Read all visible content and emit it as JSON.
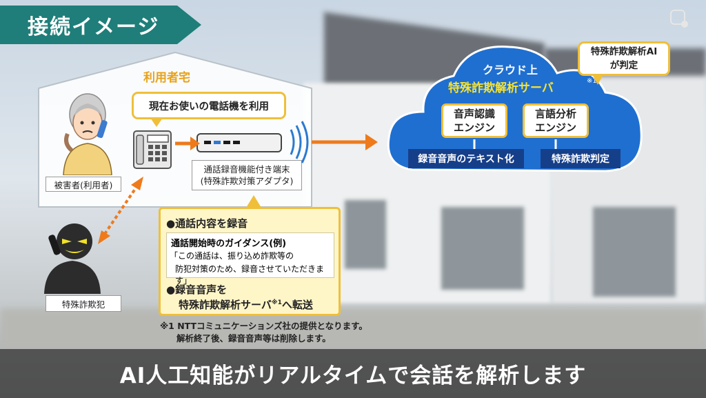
{
  "title": "接続イメージ",
  "house": {
    "label": "利用者宅",
    "phone_callout": "現在お使いの電話機を利用",
    "victim_label": "被害者(利用者)",
    "device_label_line1": "通話録音機能付き端末",
    "device_label_line2": "(特殊詐欺対策アダプタ)"
  },
  "fraudster_label": "特殊詐欺犯",
  "record_box": {
    "heading1": "●通話内容を録音",
    "guidance_title": "通話開始時のガイダンス(例)",
    "guidance_line1": "「この通話は、振り込め詐欺等の",
    "guidance_line2": "防犯対策のため、録音させていただきます」",
    "heading2": "●録音音声を",
    "heading3_main": "特殊詐欺解析サーバ",
    "heading3_mark": "※1",
    "heading3_tail": "へ転送"
  },
  "footnote": {
    "line1": "※1 NTTコミュニケーションズ社の提供となります。",
    "line2": "解析終了後、録音音声等は削除します。"
  },
  "cloud": {
    "title1": "クラウド上",
    "title2": "特殊詐欺解析サーバ",
    "title_note": "※1",
    "engine1_line1": "音声認識",
    "engine1_line2": "エンジン",
    "engine2_line1": "言語分析",
    "engine2_line2": "エンジン",
    "label1": "録音音声のテキスト化",
    "label2": "特殊詐欺判定"
  },
  "ai_callout": {
    "line1": "特殊詐欺解析AI",
    "line2": "が判定"
  },
  "caption": "AI人工知能がリアルタイムで会話を解析します",
  "colors": {
    "ribbon": "#1f7e79",
    "accent_yellow": "#efbf3a",
    "cloud_blue": "#1f6fd1",
    "arrow_orange": "#ee7a1c",
    "label_navy": "#163f8a"
  }
}
